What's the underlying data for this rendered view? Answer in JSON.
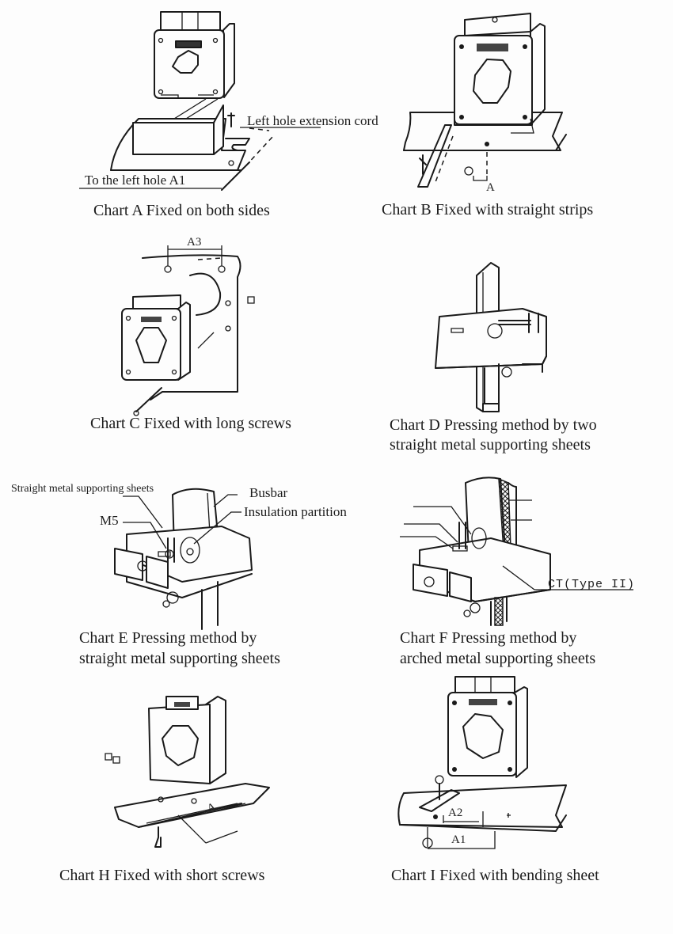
{
  "page": {
    "background": "#fdfdfd",
    "ink_color": "#1a1a1a"
  },
  "charts": {
    "a": {
      "caption": "Chart A Fixed on both sides",
      "labels": {
        "left_hole_extension": "Left hole extension cord",
        "to_left_hole": "To the left hole A1"
      }
    },
    "b": {
      "caption": "Chart B Fixed with straight strips",
      "labels": {
        "dimension": "A"
      }
    },
    "c": {
      "caption": "Chart C Fixed with long screws",
      "labels": {
        "dimension": "A3"
      }
    },
    "d": {
      "caption_line1": "Chart D Pressing method by two",
      "caption_line2": "straight metal supporting sheets"
    },
    "e": {
      "caption_line1": "Chart E Pressing method by",
      "caption_line2": "straight metal supporting sheets",
      "labels": {
        "straight_sheets": "Straight metal supporting sheets",
        "busbar": "Busbar",
        "insulation": "Insulation partition",
        "m5": "M5"
      }
    },
    "f": {
      "caption_line1": "Chart F Pressing method by",
      "caption_line2": "arched metal supporting sheets",
      "labels": {
        "ct_type": "CT(Type II)"
      }
    },
    "h": {
      "caption": "Chart H Fixed with short screws",
      "labels": {
        "dimension": "A"
      }
    },
    "i": {
      "caption": "Chart I Fixed with bending sheet",
      "labels": {
        "dimension_a2": "A2",
        "dimension_a1": "A1"
      }
    }
  }
}
